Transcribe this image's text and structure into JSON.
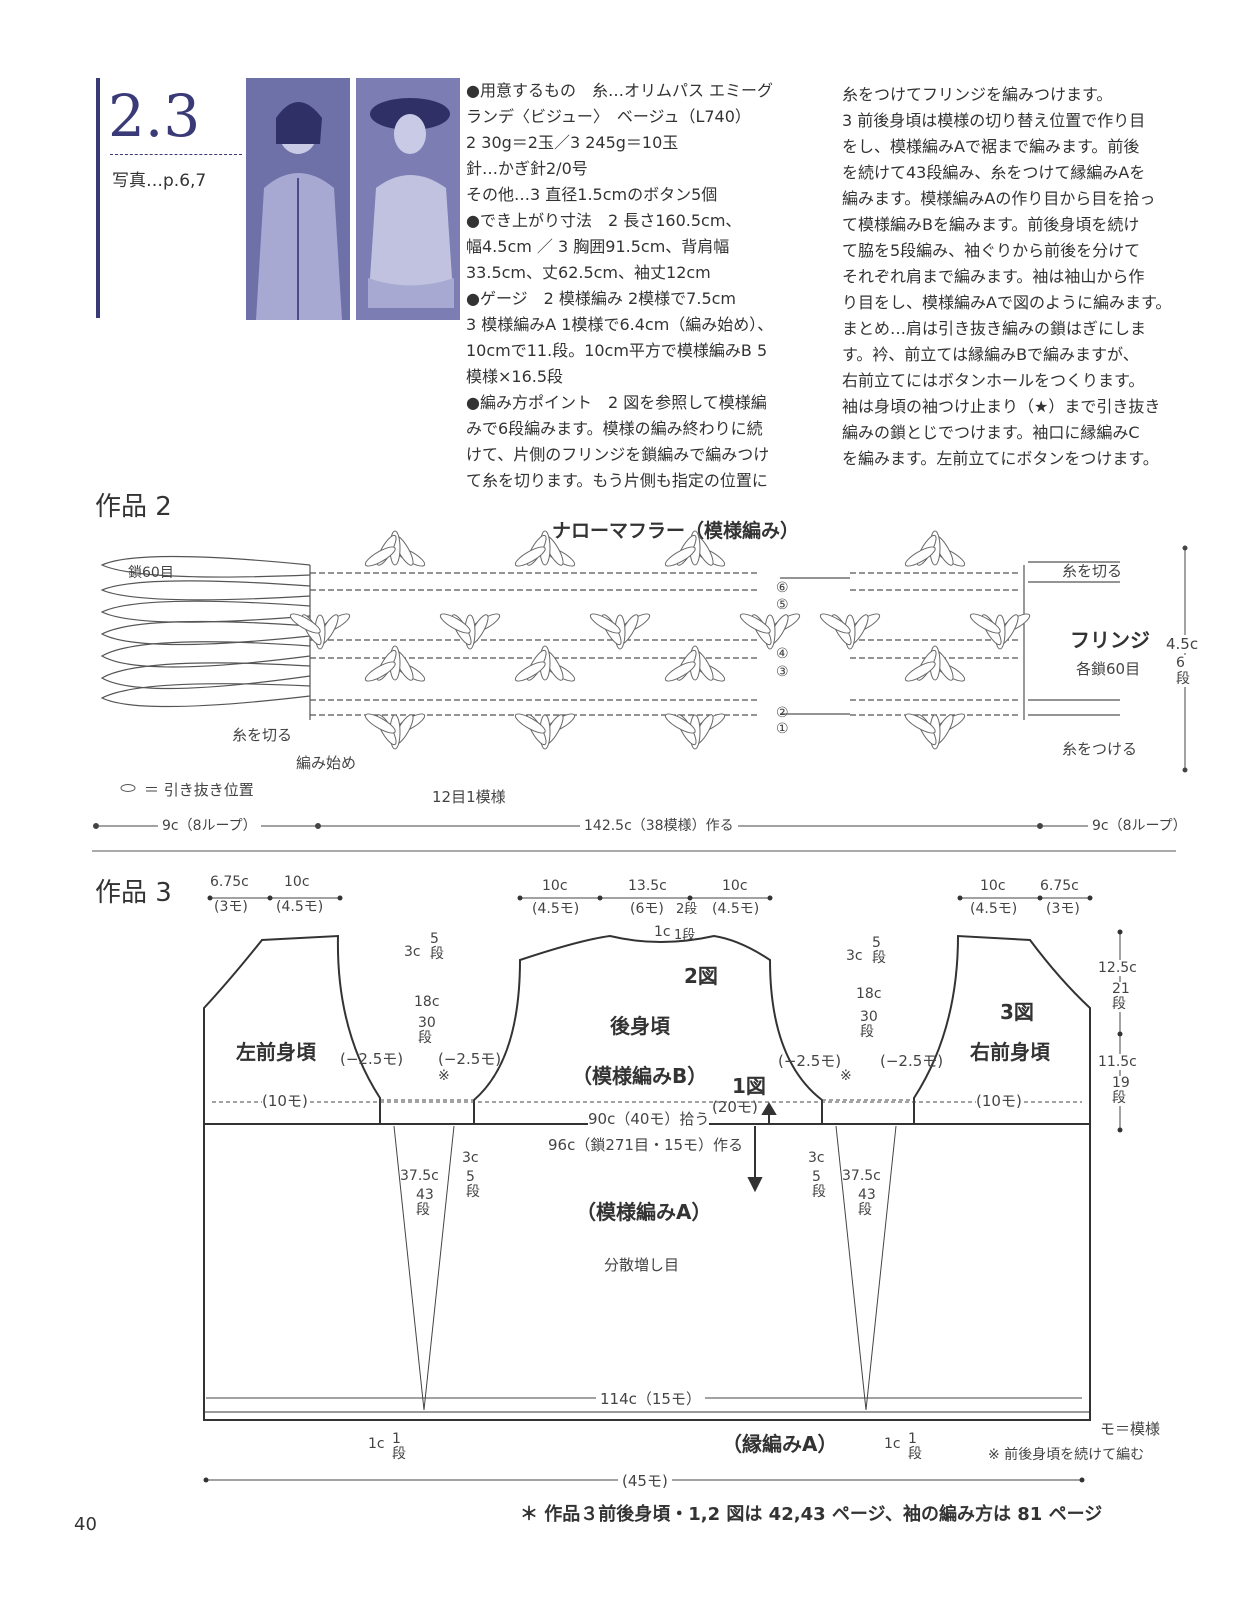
{
  "header": {
    "number": "2.3",
    "photo_ref": "写真…p.6,7"
  },
  "photos": {
    "colors": {
      "base": "#5d5f9a",
      "light": "#a7a9d3",
      "dark": "#2f3066"
    }
  },
  "materials": {
    "lines": [
      "●用意するもの　糸…オリムパス エミーグ",
      "ランデ〈ビジュー〉　ベージュ（L740）",
      "2 30g＝2玉／3 245g＝10玉",
      "針…かぎ針2/0号",
      "その他…3 直径1.5cmのボタン5個",
      "●でき上がり寸法　2 長さ160.5cm、",
      "幅4.5cm ／ 3 胸囲91.5cm、背肩幅",
      "33.5cm、丈62.5cm、袖丈12cm",
      "●ゲージ　2 模様編み 2模様で7.5cm",
      "3 模様編みA 1模様で6.4cm（編み始め）、",
      "10cmで11.段。10cm平方で模様編みB 5",
      "模様×16.5段",
      "●編み方ポイント　2 図を参照して模様編",
      "みで6段編みます。模様の編み終わりに続",
      "けて、片側のフリンジを鎖編みで編みつけ",
      "て糸を切ります。もう片側も指定の位置に"
    ]
  },
  "instructions": {
    "lines": [
      "糸をつけてフリンジを編みつけます。",
      "3 前後身頃は模様の切り替え位置で作り目",
      "をし、模様編みAで裾まで編みます。前後",
      "を続けて43段編み、糸をつけて縁編みAを",
      "編みます。模様編みAの作り目から目を拾っ",
      "て模様編みBを編みます。前後身頃を続け",
      "て脇を5段編み、袖ぐりから前後を分けて",
      "それぞれ肩まで編みます。袖は袖山から作",
      "り目をし、模様編みAで図のように編みます。",
      "まとめ…肩は引き抜き編みの鎖はぎにしま",
      "す。衿、前立ては縁編みBで編みますが、",
      "右前立てにはボタンホールをつくります。",
      "袖は身頃の袖つけ止まり（★）まで引き抜き",
      "編みの鎖とじでつけます。袖口に縁編みC",
      "を編みます。左前立てにボタンをつけます。"
    ]
  },
  "scarf": {
    "section_title": "作品 2",
    "title": "ナローマフラー（模様編み）",
    "chain60": "鎖60目",
    "cut_yarn_left": "糸を切る",
    "start": "編み始め",
    "slip_legend": "＝ 引き抜き位置",
    "repeat": "12目1模様",
    "cut_yarn_right": "糸を切る",
    "attach_yarn": "糸をつける",
    "fringe": "フリンジ",
    "fringe_chain": "各鎖60目",
    "height": "4.5c",
    "height_rows": "6段",
    "rows": [
      "⑥",
      "⑤",
      "④",
      "③",
      "②",
      "①"
    ],
    "dim_left": "9c（8ループ）",
    "dim_center": "142.5c（38模様）作る",
    "dim_right": "9c（8ループ）"
  },
  "garment": {
    "section_title": "作品 3",
    "top_left": [
      "6.75c",
      "(3モ)",
      "10c",
      "(4.5モ)"
    ],
    "top_center": [
      "10c",
      "(4.5モ)",
      "13.5c",
      "(6モ)",
      "2段",
      "10c",
      "(4.5モ)",
      "1c",
      "1段"
    ],
    "top_right": [
      "10c",
      "(4.5モ)",
      "6.75c",
      "(3モ)"
    ],
    "left_front": "左前身頃",
    "back": "後身頃",
    "back_fig": "2図",
    "right_front": "右前身頃",
    "right_fig": "3図",
    "pattern_b": "（模様編みB）",
    "fig1": "1図",
    "fig1_sub": "(20モ)",
    "pattern_a": "（模様編みA）",
    "increase": "分散増し目",
    "pick_up": "90c（40モ）拾う",
    "cast_on": "96c（鎖271目・15モ）作る",
    "hem_width": "114c（15モ）",
    "edging": "（縁編みA）",
    "total_width": "(45モ)",
    "left_dims": {
      "a": "3c",
      "a_rows": "5段",
      "b": "18c",
      "b_rows": "30段",
      "dec1": "(−2.5モ)",
      "dec2": "(−2.5モ)",
      "ten": "(10モ)",
      "c": "37.5c",
      "c_rows": "43段",
      "d": "3c",
      "d_rows": "5段",
      "e": "1c",
      "e_rows": "1段"
    },
    "right_dims": {
      "a": "3c",
      "a_rows": "5段",
      "b": "18c",
      "b_rows": "30段",
      "dec1": "(−2.5モ)",
      "dec2": "(−2.5モ)",
      "ten": "(10モ)",
      "c": "37.5c",
      "c_rows": "43段",
      "d": "3c",
      "d_rows": "5段",
      "e": "1c",
      "e_rows": "1段"
    },
    "right_edge": [
      "12.5c",
      "21段",
      "11.5c",
      "19段"
    ],
    "asterisk": "※",
    "legend_mo": "モ＝模様",
    "legend_note": "※ 前後身頃を続けて編む",
    "footnote": "＊ 作品３前後身頃・1,2 図は 42,43 ページ、袖の編み方は 81 ページ"
  },
  "page_number": "40"
}
